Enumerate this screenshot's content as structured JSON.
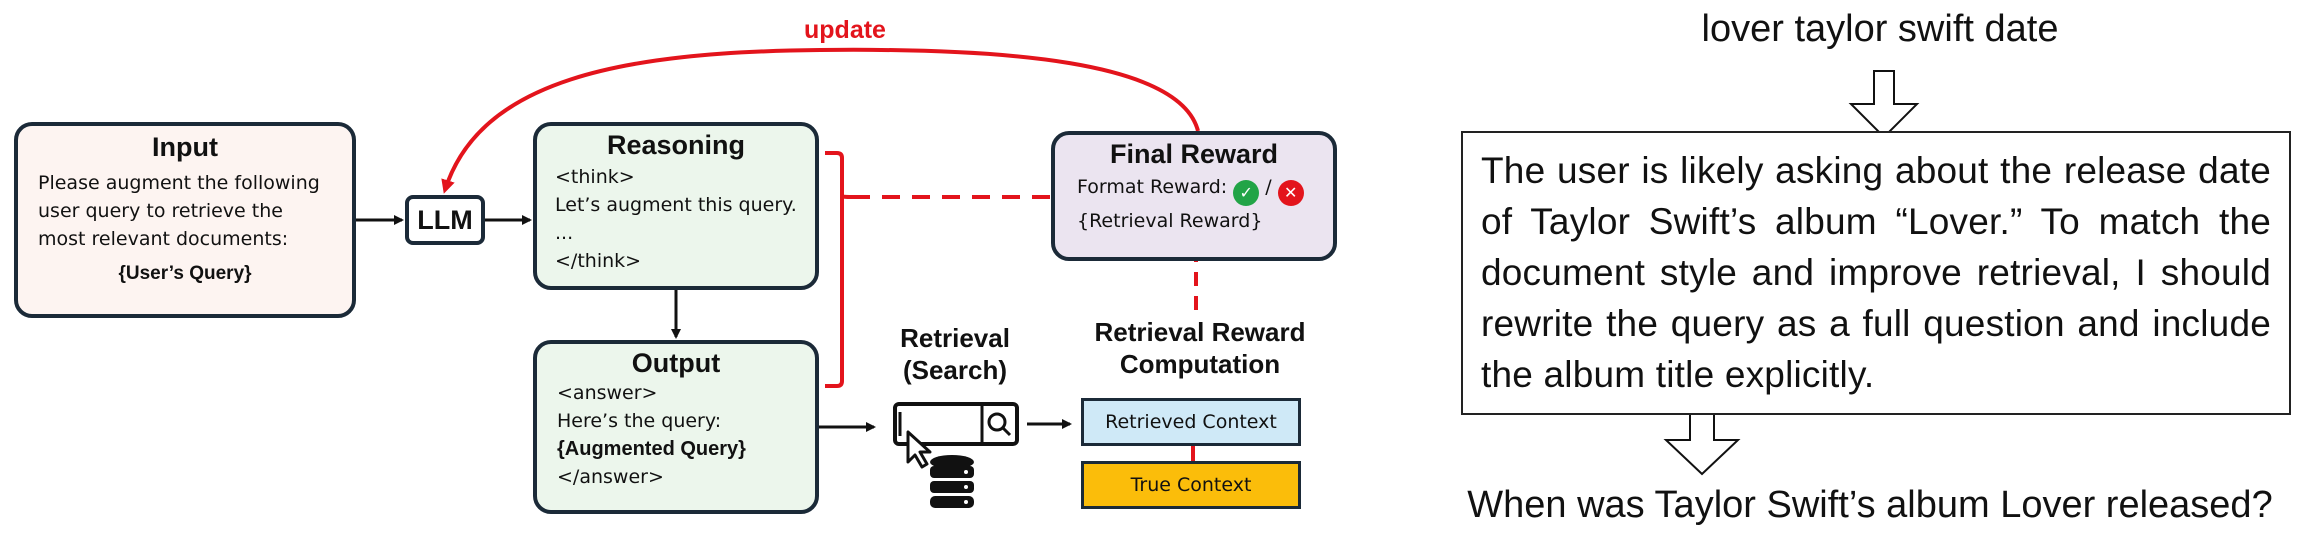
{
  "left_diagram": {
    "input": {
      "title": "Input",
      "lines": [
        "Please augment the following",
        "user query to retrieve the",
        "most relevant documents:"
      ],
      "query": "{User’s Query}",
      "color": "#fdf4f1"
    },
    "llm": {
      "label": "LLM"
    },
    "reasoning": {
      "title": "Reasoning",
      "lines": [
        "<think>",
        "Let’s augment this query.",
        "...",
        "</think>"
      ],
      "color": "#ecf6ec"
    },
    "output": {
      "title": "Output",
      "line1": "<answer>",
      "line2": "Here’s the query:",
      "line3": "{Augmented Query}",
      "line4": "</answer>",
      "color": "#ecf6ec"
    },
    "final_reward": {
      "title": "Final Reward",
      "format_label": "Format Reward:",
      "separator": "/",
      "check_icon": "check-circle-icon",
      "cross_icon": "x-circle-icon",
      "retrieval_label": "{Retrieval Reward}",
      "color": "#ebe4f0"
    },
    "update_label": "update",
    "retrieval": {
      "title_line1": "Retrieval",
      "title_line2": "(Search)",
      "search_icon": "search-bar-icon",
      "cursor_icon": "mouse-cursor-icon",
      "database_icon": "database-icon"
    },
    "reward_computation": {
      "title_line1": "Retrieval Reward",
      "title_line2": "Computation",
      "retrieved_context": "Retrieved Context",
      "true_context": "True Context",
      "retrieved_color": "#cfe9f7",
      "true_color": "#fbbd0a"
    },
    "accent_color": "#e3141c"
  },
  "right_example": {
    "original_query": "lover taylor swift date",
    "reasoning": "The user is likely asking about the release date of Taylor Swift’s album “Lover.” To match the document style and improve retrieval, I should rewrite the query as a full question and include the album title explicitly.",
    "rewritten_query": "When was Taylor Swift’s album Lover released?"
  }
}
